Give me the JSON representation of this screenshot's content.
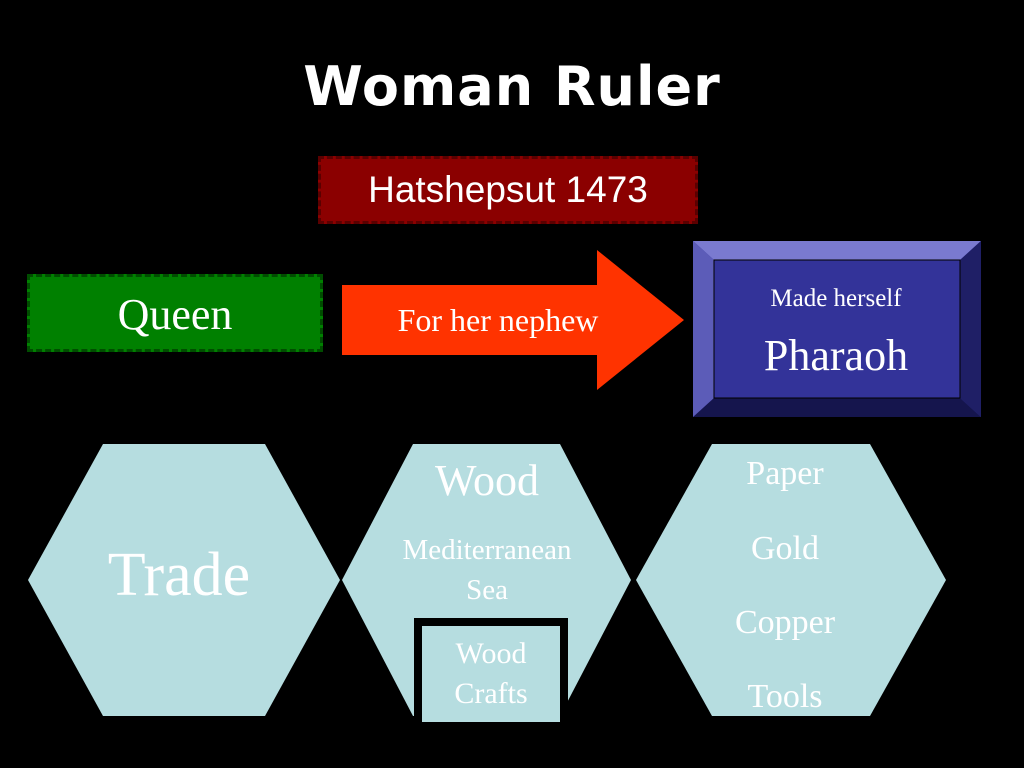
{
  "title": "Woman Ruler",
  "name_box": "Hatshepsut 1473",
  "left_box": "Queen",
  "arrow_label": "For her nephew",
  "right_box": {
    "small": "Made herself",
    "big": "Pharaoh"
  },
  "hex_trade": "Trade",
  "hex_middle": {
    "top": "Wood",
    "line1": "Mediterranean",
    "line2": "Sea",
    "box_line1": "Wood",
    "box_line2": "Crafts"
  },
  "hex_right": [
    "Paper",
    "Gold",
    "Copper",
    "Tools"
  ],
  "colors": {
    "background": "#000000",
    "red_box": "#8b0000",
    "green_box": "#008000",
    "arrow": "#ff3300",
    "pharaoh_box": "#333399",
    "hex_fill": "#b6dde0"
  }
}
